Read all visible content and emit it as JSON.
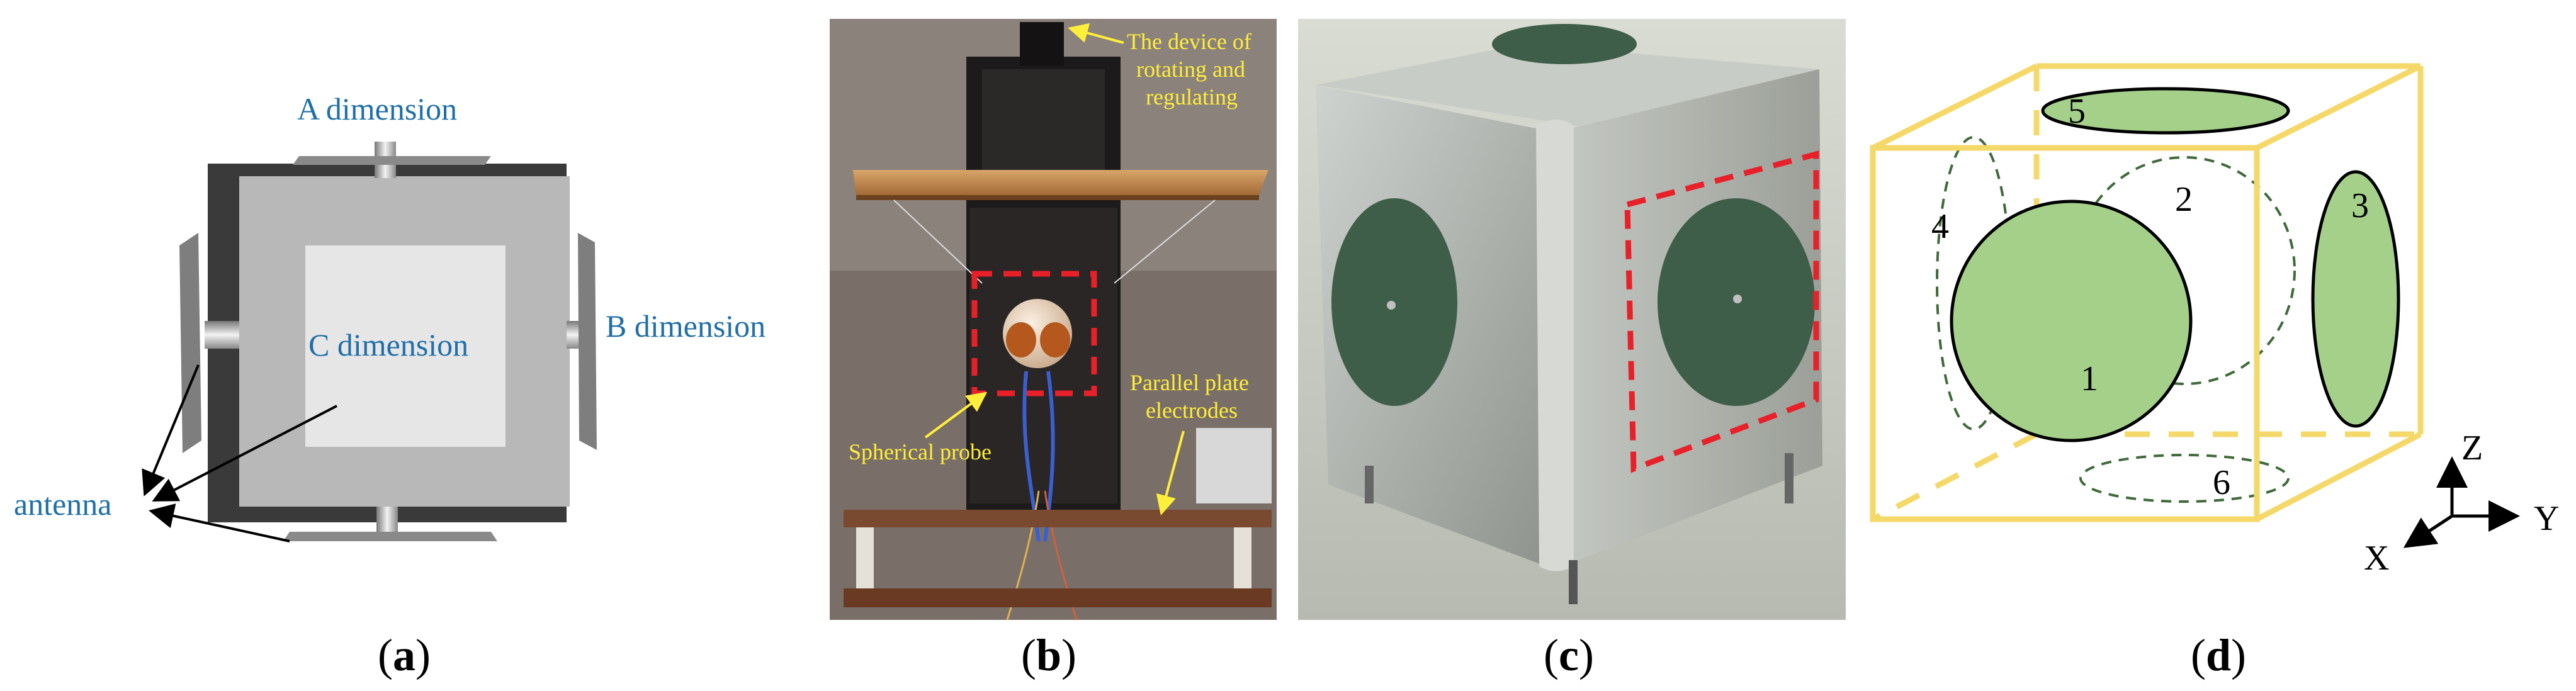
{
  "panels": {
    "a": {
      "label_open": "(",
      "letter": "a",
      "label_close": ")",
      "text": {
        "a_dim": "A dimension",
        "b_dim": "B dimension",
        "c_dim": "C dimension",
        "antenna": "antenna"
      }
    },
    "b": {
      "label_open": "(",
      "letter": "b",
      "label_close": ")",
      "text": {
        "device_line1": "The device of",
        "device_line2": "rotating and",
        "device_line3": "regulating",
        "parallel_line1": "Parallel plate",
        "parallel_line2": "electrodes",
        "probe": "Spherical probe"
      }
    },
    "c": {
      "label_open": "(",
      "letter": "c",
      "label_close": ")"
    },
    "d": {
      "label_open": "(",
      "letter": "d",
      "label_close": ")",
      "numbers": [
        "1",
        "2",
        "3",
        "4",
        "5",
        "6"
      ],
      "axes": {
        "z": "Z",
        "y": "Y",
        "x": "X"
      }
    }
  },
  "colors": {
    "label_blue": "#1f6fa8",
    "annotation_yellow": "#ffee3a",
    "dashed_red": "#e8202a",
    "electrode_green": "#a5d08a",
    "cube_edge_yellow": "#f5d86a",
    "dashed_green": "#3f6a3a"
  }
}
